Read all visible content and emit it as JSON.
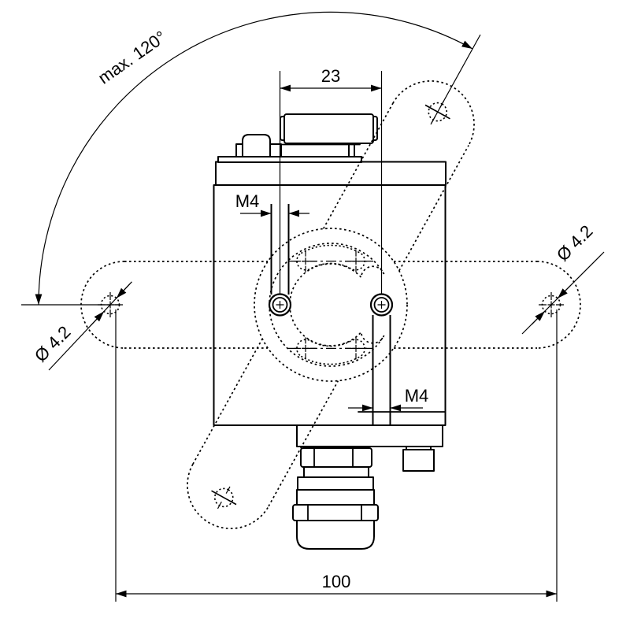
{
  "drawing": {
    "labels": {
      "max_angle": "max. 120°",
      "top_width": "23",
      "thread_left": "M4",
      "thread_right": "M4",
      "hole_dia_left": "Ø 4.2",
      "hole_dia_right": "Ø 4.2",
      "bottom_width": "100"
    }
  }
}
